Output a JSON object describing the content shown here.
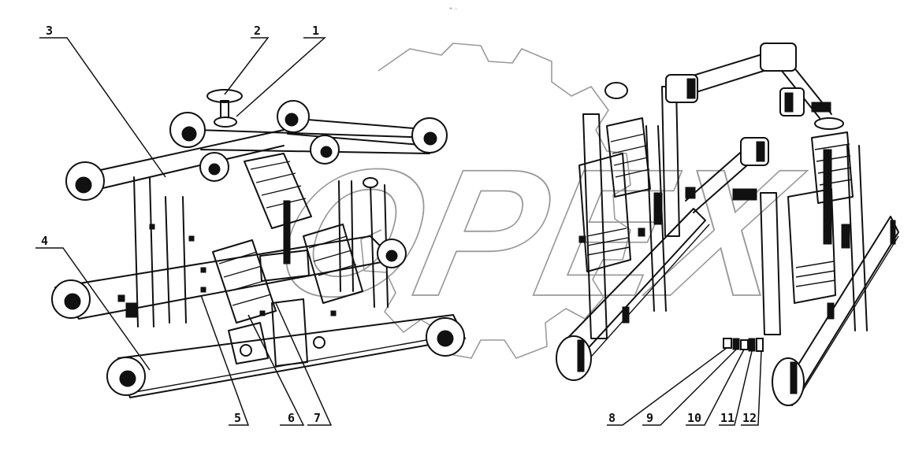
{
  "top_mark": "≈ ...",
  "watermark": "OPEX",
  "callouts": [
    "1",
    "2",
    "3",
    "4",
    "5",
    "6",
    "7",
    "8",
    "9",
    "10",
    "11",
    "12"
  ],
  "colors": {
    "ink": "#111111",
    "watermark": "#9a9a9a",
    "background": "#ffffff"
  }
}
